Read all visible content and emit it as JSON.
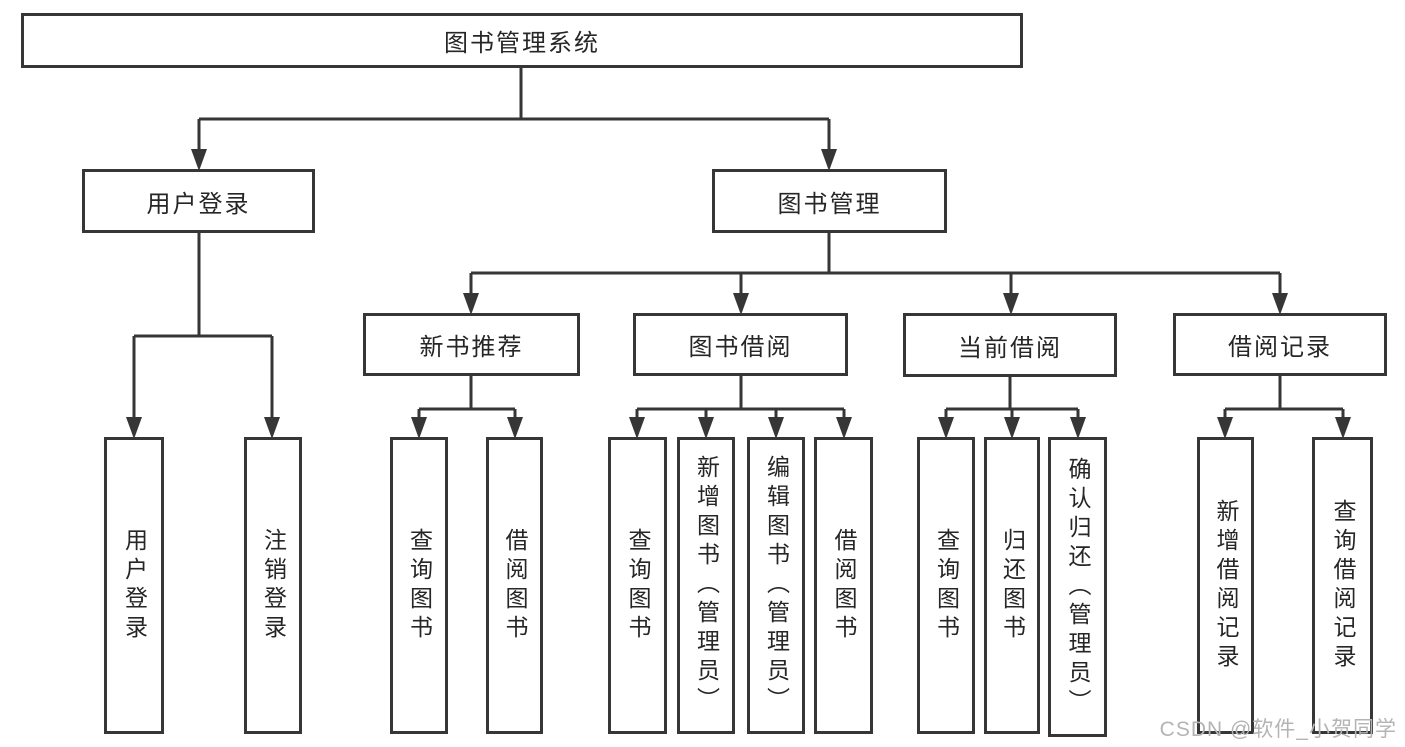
{
  "diagram": {
    "title": "图书管理系统",
    "branches": [
      {
        "label": "用户登录",
        "children": [
          {
            "label": "用户登录"
          },
          {
            "label": "注销登录"
          }
        ]
      },
      {
        "label": "图书管理",
        "children": [
          {
            "label": "新书推荐",
            "children": [
              {
                "label": "查询图书"
              },
              {
                "label": "借阅图书"
              }
            ]
          },
          {
            "label": "图书借阅",
            "children": [
              {
                "label": "查询图书"
              },
              {
                "label": "新增图书（管理员）"
              },
              {
                "label": "编辑图书（管理员）"
              },
              {
                "label": "借阅图书"
              }
            ]
          },
          {
            "label": "当前借阅",
            "children": [
              {
                "label": "查询图书"
              },
              {
                "label": "归还图书"
              },
              {
                "label": "确认归还（管理员）"
              }
            ]
          },
          {
            "label": "借阅记录",
            "children": [
              {
                "label": "新增借阅记录"
              },
              {
                "label": "查询借阅记录"
              }
            ]
          }
        ]
      }
    ]
  },
  "watermark": {
    "text": "CSDN @软件_小贺同学"
  },
  "colors": {
    "line": "#363636",
    "text": "#262626",
    "watermark": "#b4b4b4",
    "background": "#ffffff"
  }
}
